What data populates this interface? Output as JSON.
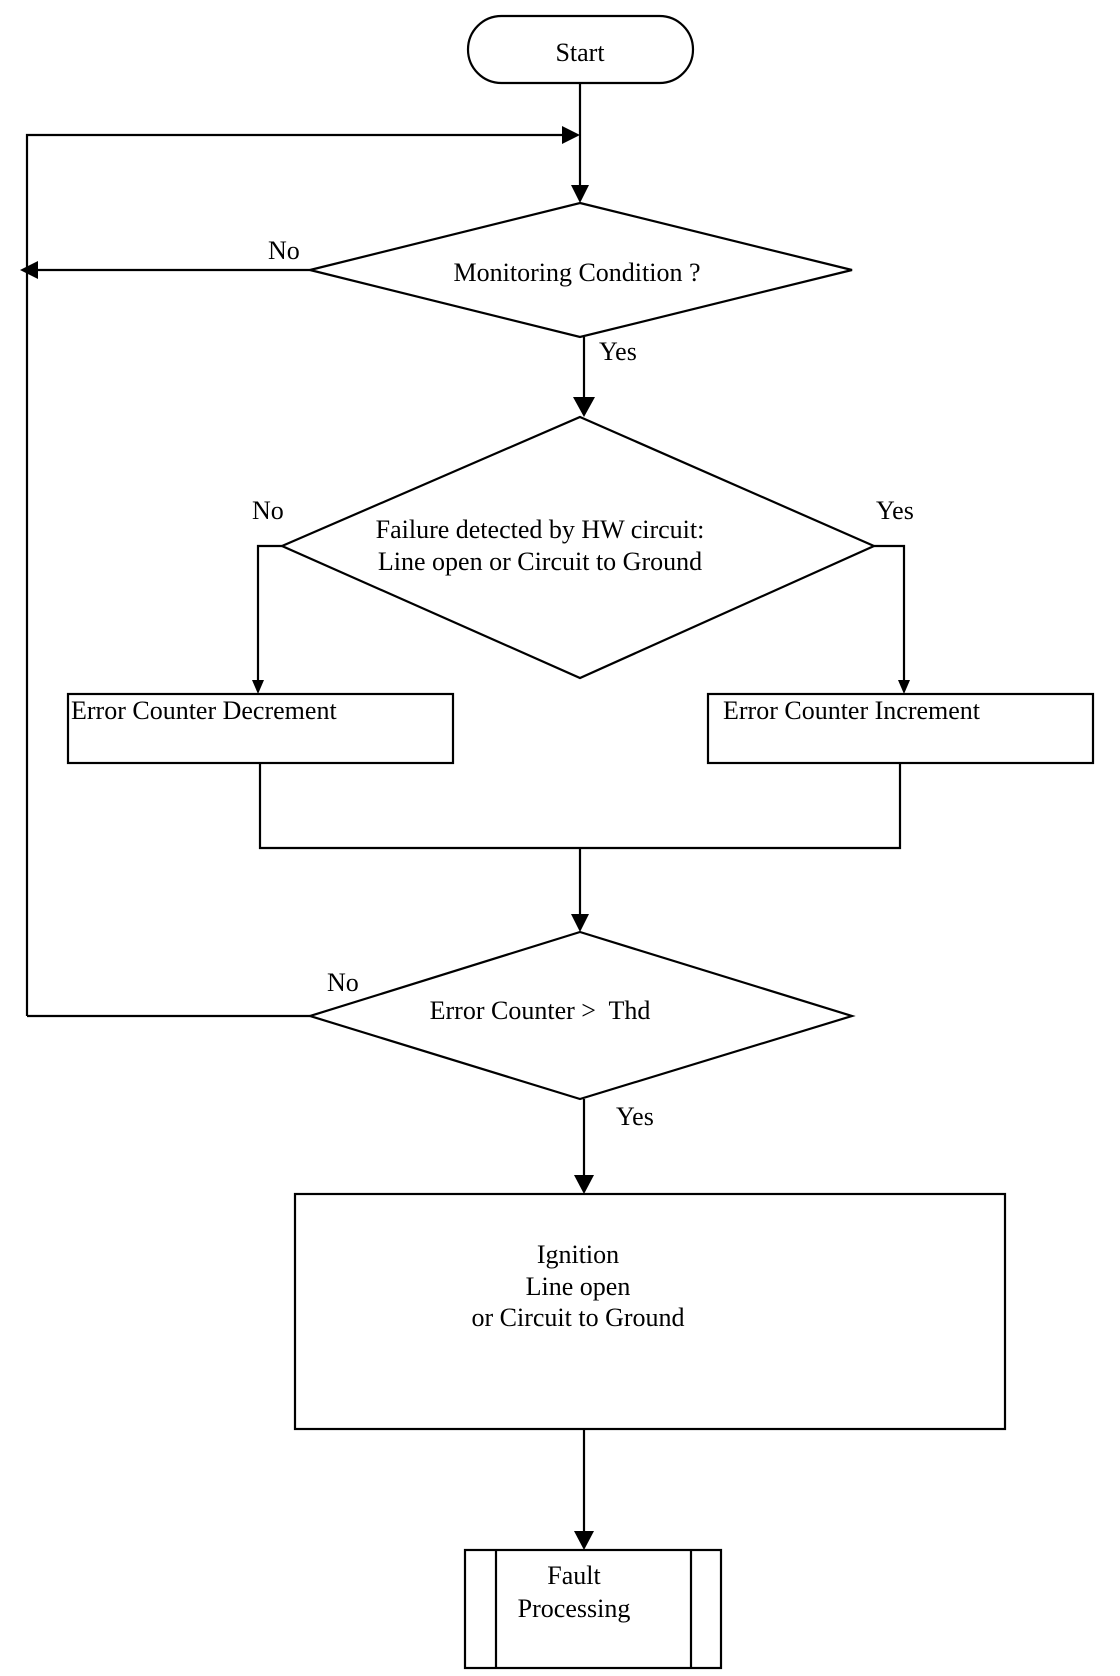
{
  "flowchart": {
    "start": "Start",
    "decision_monitoring": "Monitoring Condition ?",
    "decision_failure_line1": "Failure detected by HW circuit:",
    "decision_failure_line2": "Line open or Circuit to Ground",
    "process_decrement": "Error Counter Decrement",
    "process_increment": "Error Counter Increment",
    "decision_threshold": "Error Counter >  Thd",
    "process_ignition_line1": "Ignition",
    "process_ignition_line2": "Line open",
    "process_ignition_line3": "or Circuit to Ground",
    "subprocess_fault_line1": "Fault",
    "subprocess_fault_line2": "Processing",
    "edge_labels": {
      "monitoring_no": "No",
      "monitoring_yes": "Yes",
      "failure_no": "No",
      "failure_yes": "Yes",
      "threshold_no": "No",
      "threshold_yes": "Yes"
    }
  }
}
